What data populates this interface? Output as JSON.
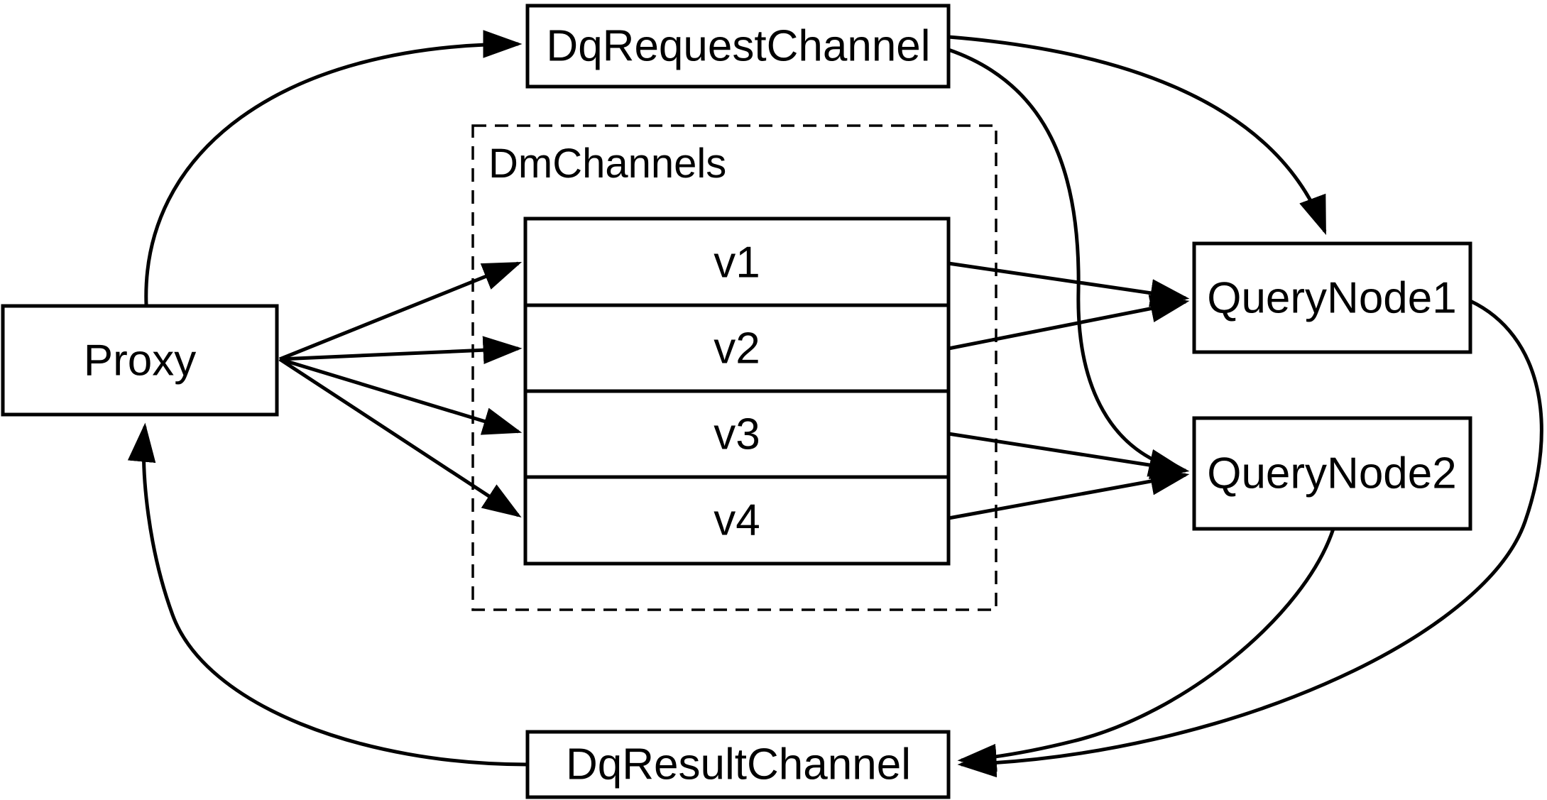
{
  "diagram": {
    "background": "#ffffff",
    "stroke_color": "#000000",
    "nodes": {
      "proxy": {
        "label": "Proxy",
        "shape": "rect"
      },
      "dq_request_channel": {
        "label": "DqRequestChannel",
        "shape": "rect"
      },
      "dm_channels": {
        "label": "DmChannels",
        "shape": "dashed-group"
      },
      "v1": {
        "label": "v1",
        "shape": "table-row"
      },
      "v2": {
        "label": "v2",
        "shape": "table-row"
      },
      "v3": {
        "label": "v3",
        "shape": "table-row"
      },
      "v4": {
        "label": "v4",
        "shape": "table-row"
      },
      "query_node1": {
        "label": "QueryNode1",
        "shape": "rect"
      },
      "query_node2": {
        "label": "QueryNode2",
        "shape": "rect"
      },
      "dq_result_channel": {
        "label": "DqResultChannel",
        "shape": "rect"
      }
    },
    "edges": [
      {
        "from": "proxy",
        "to": "dq_request_channel"
      },
      {
        "from": "dq_request_channel",
        "to": "query_node1"
      },
      {
        "from": "dq_request_channel",
        "to": "query_node2"
      },
      {
        "from": "proxy",
        "to": "v1"
      },
      {
        "from": "proxy",
        "to": "v2"
      },
      {
        "from": "proxy",
        "to": "v3"
      },
      {
        "from": "proxy",
        "to": "v4"
      },
      {
        "from": "v1",
        "to": "query_node1"
      },
      {
        "from": "v2",
        "to": "query_node1"
      },
      {
        "from": "v3",
        "to": "query_node2"
      },
      {
        "from": "v4",
        "to": "query_node2"
      },
      {
        "from": "query_node1",
        "to": "dq_result_channel"
      },
      {
        "from": "query_node2",
        "to": "dq_result_channel"
      },
      {
        "from": "dq_result_channel",
        "to": "proxy"
      }
    ]
  }
}
